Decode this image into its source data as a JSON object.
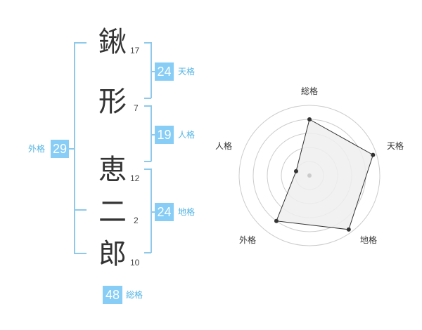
{
  "name_chars": [
    {
      "char": "鍬",
      "strokes": "17"
    },
    {
      "char": "形",
      "strokes": "7"
    },
    {
      "char": "恵",
      "strokes": "12"
    },
    {
      "char": "二",
      "strokes": "2"
    },
    {
      "char": "郎",
      "strokes": "10"
    }
  ],
  "fortune": {
    "tenkaku": {
      "value": "24",
      "label": "天格"
    },
    "jinkaku": {
      "value": "19",
      "label": "人格"
    },
    "chikaku": {
      "value": "24",
      "label": "地格"
    },
    "gaikaku": {
      "value": "29",
      "label": "外格"
    },
    "soukaku": {
      "value": "48",
      "label": "総格"
    }
  },
  "radar": {
    "labels": {
      "top": "総格",
      "right": "天格",
      "bottom_right": "地格",
      "bottom_left": "外格",
      "left": "人格"
    },
    "values": [
      0.8,
      0.95,
      0.95,
      0.8,
      0.2
    ],
    "colors": {
      "ring": "#cccccc",
      "fill": "#eeeeee",
      "stroke": "#333333",
      "point": "#333333"
    }
  }
}
